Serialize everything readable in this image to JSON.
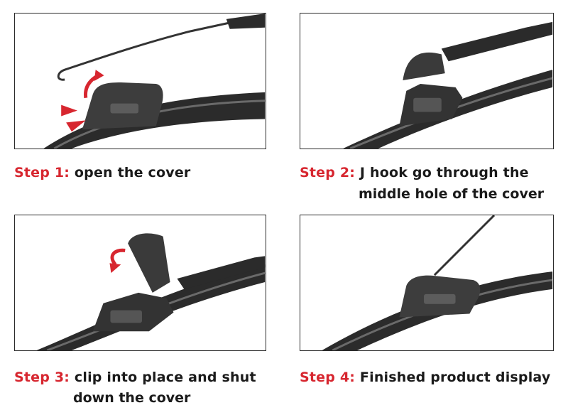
{
  "steps": [
    {
      "label": "Step 1:",
      "text": "open the cover",
      "text2": ""
    },
    {
      "label": "Step 2:",
      "text": "J hook go through the",
      "text2": "middle hole of the cover"
    },
    {
      "label": "Step 3:",
      "text": "clip into place and shut",
      "text2": "down the cover"
    },
    {
      "label": "Step 4:",
      "text": "Finished product display",
      "text2": ""
    }
  ],
  "colors": {
    "accent": "#d7262f",
    "text": "#1a1a1a",
    "border": "#2a2a2a"
  },
  "icons": [
    "arrow-up-curve-icon",
    "push-arrow-icon",
    "arrow-down-curve-icon"
  ]
}
